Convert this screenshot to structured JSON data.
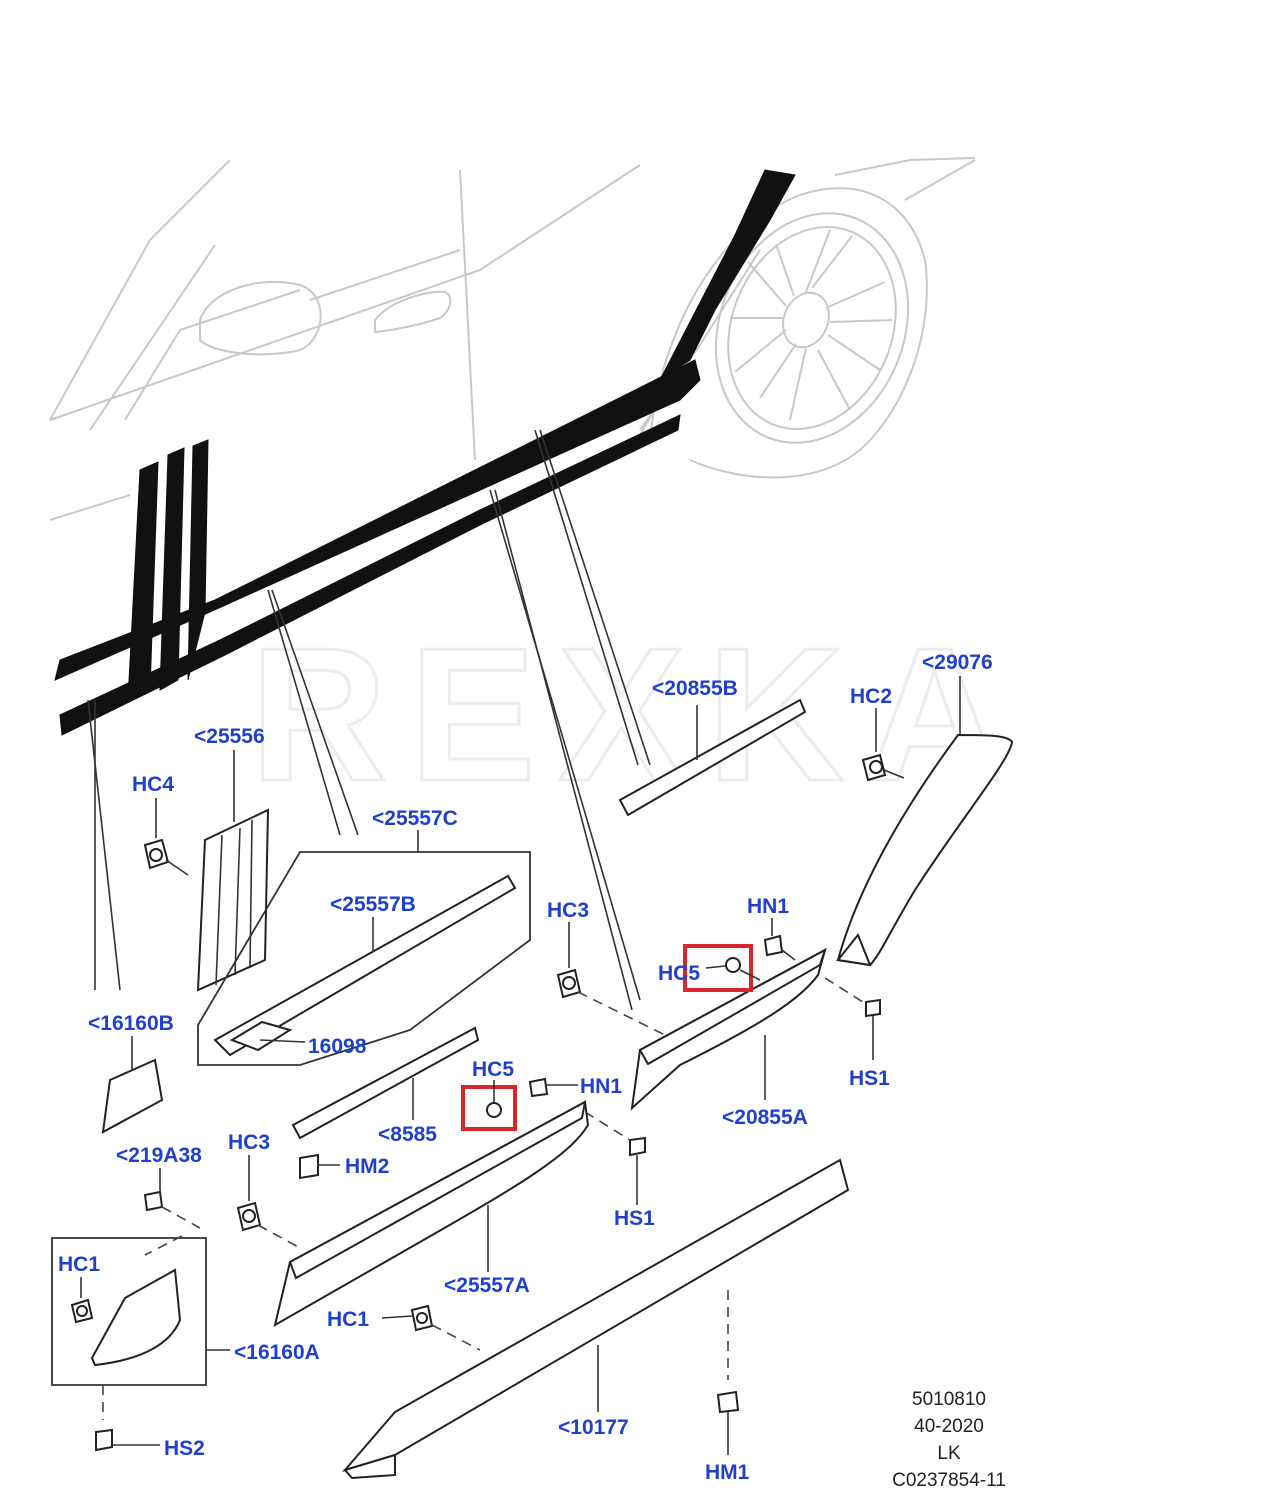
{
  "watermark": "REXKA",
  "callouts": [
    {
      "id": "c29076",
      "text": "<29076"
    },
    {
      "id": "cHC2",
      "text": "HC2"
    },
    {
      "id": "c20855B",
      "text": "<20855B"
    },
    {
      "id": "c25556",
      "text": "<25556"
    },
    {
      "id": "cHC4",
      "text": "HC4"
    },
    {
      "id": "c25557C",
      "text": "<25557C"
    },
    {
      "id": "c25557B",
      "text": "<25557B"
    },
    {
      "id": "cHC3a",
      "text": "HC3"
    },
    {
      "id": "cHN1a",
      "text": "HN1"
    },
    {
      "id": "cHC5a",
      "text": "HC5"
    },
    {
      "id": "c16160B",
      "text": "<16160B"
    },
    {
      "id": "c16098",
      "text": "16098"
    },
    {
      "id": "cHS1a",
      "text": "HS1"
    },
    {
      "id": "cHC5b",
      "text": "HC5"
    },
    {
      "id": "cHN1b",
      "text": "HN1"
    },
    {
      "id": "c20855A",
      "text": "<20855A"
    },
    {
      "id": "c8585",
      "text": "<8585"
    },
    {
      "id": "c219A38",
      "text": "<219A38"
    },
    {
      "id": "cHC3b",
      "text": "HC3"
    },
    {
      "id": "cHM2",
      "text": "HM2"
    },
    {
      "id": "cHS1b",
      "text": "HS1"
    },
    {
      "id": "cHC1a",
      "text": "HC1"
    },
    {
      "id": "c25557A",
      "text": "<25557A"
    },
    {
      "id": "cHC1b",
      "text": "HC1"
    },
    {
      "id": "c16160A",
      "text": "<16160A"
    },
    {
      "id": "c10177",
      "text": "<10177"
    },
    {
      "id": "cHS2",
      "text": "HS2"
    },
    {
      "id": "cHM1",
      "text": "HM1"
    }
  ],
  "drawing_info": [
    "5010810",
    "40-2020",
    "LK",
    "C0237854-11"
  ],
  "colors": {
    "callout": "#1f3fd1",
    "highlight": "#d9262a",
    "line": "#222222",
    "body_outline": "#c8c8c8"
  }
}
